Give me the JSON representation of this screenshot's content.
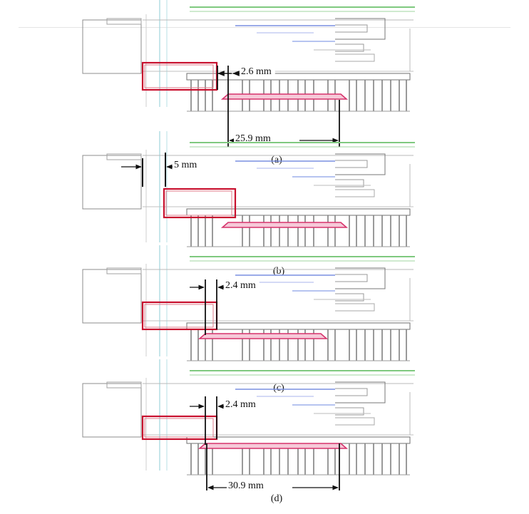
{
  "colors": {
    "enclosure": "#8c8c8c",
    "grid_line": "#9fd5dc",
    "green_rail": "#7fc97f",
    "blue_trace": "#7a8fe0",
    "magnet_outline": "#c8102e",
    "target_strip": "#d6336c",
    "base_plate": "#6f6f6f",
    "dimension_line": "#111111"
  },
  "panels": [
    {
      "id": "a",
      "caption": "(a)",
      "labels": [
        "2.6 mm",
        "25.9 mm"
      ]
    },
    {
      "id": "b",
      "caption": "(b)",
      "labels": [
        "5 mm"
      ]
    },
    {
      "id": "c",
      "caption": "(c)",
      "labels": [
        "2.4 mm"
      ]
    },
    {
      "id": "d",
      "caption": "(d)",
      "labels": [
        "2.4 mm",
        "30.9 mm"
      ]
    }
  ]
}
